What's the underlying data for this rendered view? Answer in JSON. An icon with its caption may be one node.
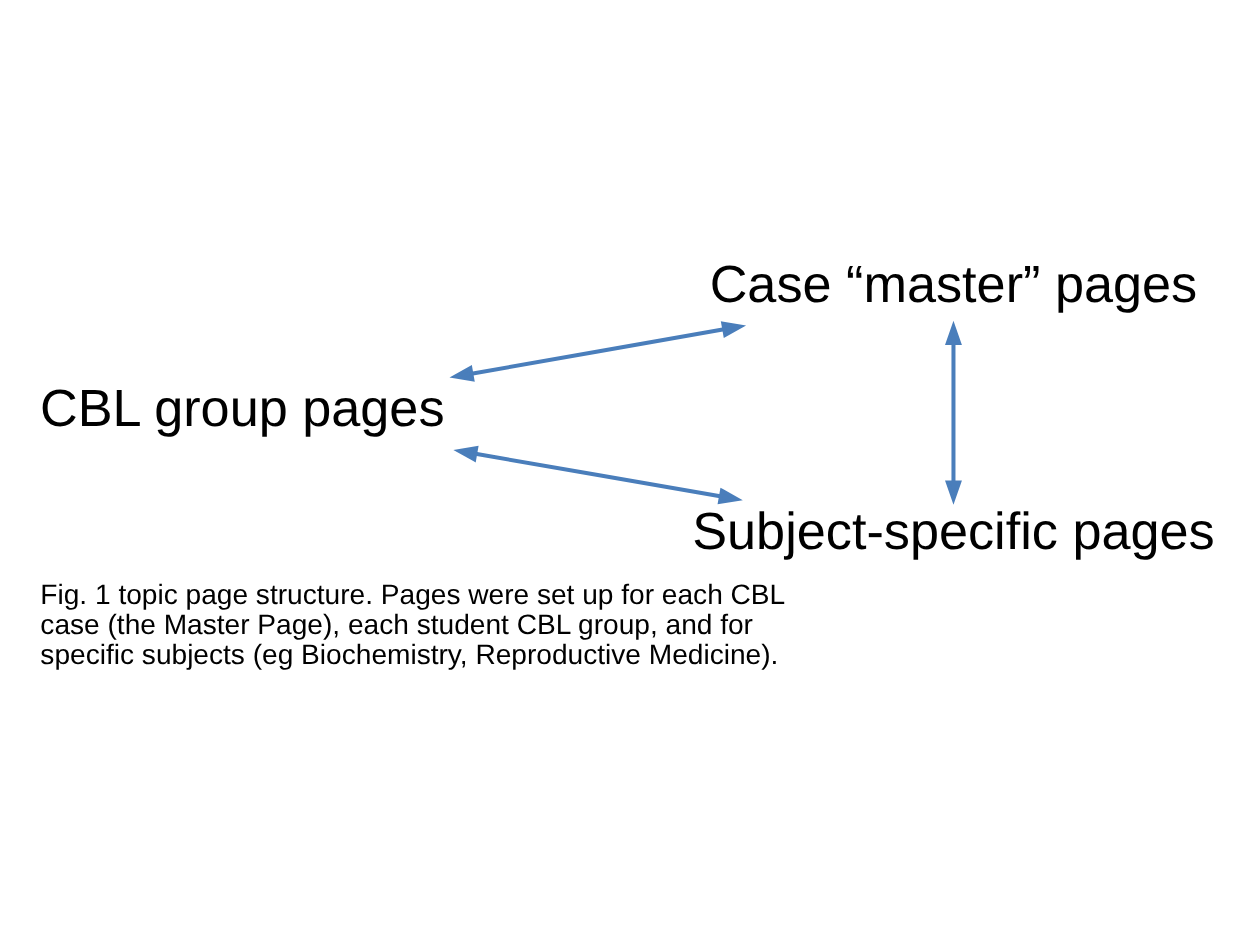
{
  "diagram": {
    "caption": "Fig. 1 topic page structure. Pages were set up for each CBL case (the Master Page), each student CBL group, and for specific subjects (eg Biochemistry, Reproductive Medicine).",
    "nodes": [
      {
        "text": [
          "Case “master” pages"
        ]
      },
      {
        "text": [
          "CBL group pages"
        ]
      },
      {
        "text": [
          "Subject-specific pages"
        ]
      }
    ],
    "edges": [
      {
        "from": 1,
        "to": 0,
        "arrow": "both"
      },
      {
        "from": 0,
        "to": 2,
        "arrow": "both"
      },
      {
        "from": 1,
        "to": 2,
        "arrow": "both"
      }
    ]
  }
}
